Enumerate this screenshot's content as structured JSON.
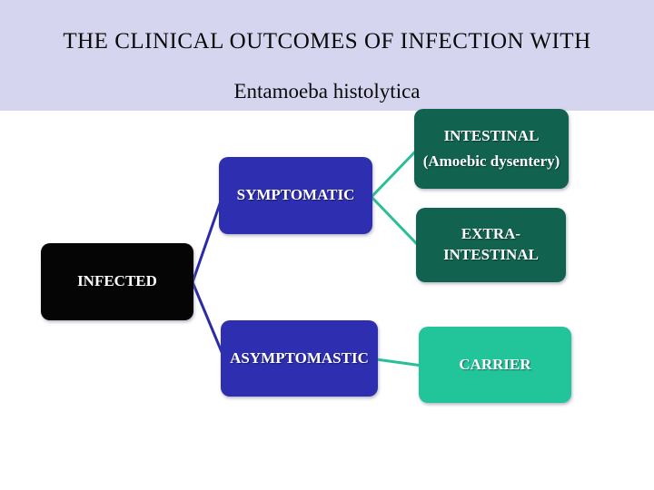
{
  "slide": {
    "title": "THE CLINICAL OUTCOMES OF INFECTION WITH",
    "subtitle": "Entamoeba histolytica"
  },
  "diagram": {
    "nodes": {
      "infected": {
        "label": "INFECTED"
      },
      "symptomatic": {
        "label": "SYMPTOMATIC"
      },
      "asymptomastic": {
        "label": "ASYMPTOMASTIC"
      },
      "intestinal": {
        "label": "INTESTINAL",
        "sublabel": "(Amoebic dysentery)"
      },
      "extra_intestinal": {
        "label": "EXTRA-\nINTESTINAL"
      },
      "carrier": {
        "label": "CARRIER"
      }
    },
    "colors": {
      "header_bg": "#d5d5ef",
      "black_box": "#050505",
      "blue_box": "#2e2eb0",
      "dark_green_box": "#116350",
      "teal_box": "#22c49a",
      "blue_line": "#2b2ba6",
      "teal_line": "#2abe98",
      "label_text": "#ffffff",
      "title_text": "#0a0a0a"
    }
  }
}
